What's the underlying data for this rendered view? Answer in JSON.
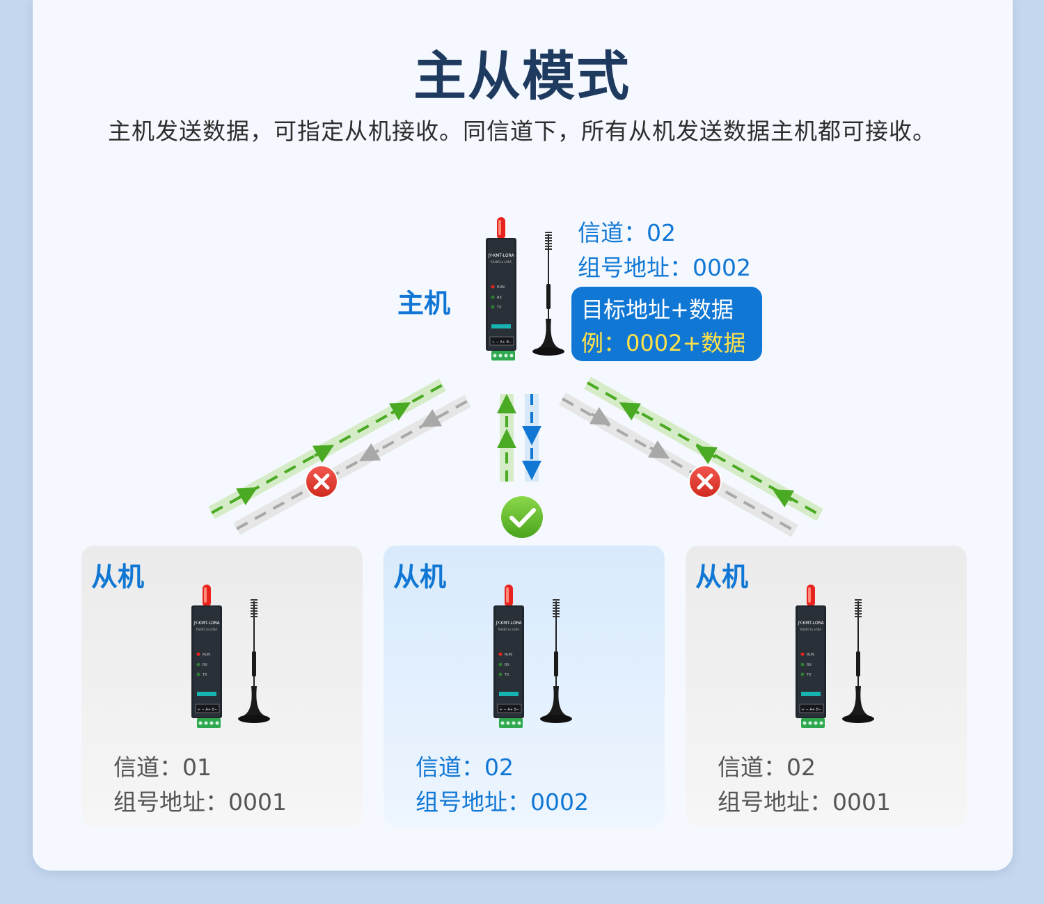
{
  "title": "主从模式",
  "subtitle": "主机发送数据，可指定从机接收。同信道下，所有从机发送数据主机都可接收。",
  "master": {
    "role": "主机",
    "channel": "信道：02",
    "group": "组号地址：0002",
    "bubble_line1": "目标地址+数据",
    "bubble_line2": "例：0002+数据"
  },
  "device": {
    "model": "JY-KMT-LORA",
    "sub": "RS485 to LORA",
    "led1": "RUN",
    "led2": "RX",
    "led3": "TX",
    "terminals": "+ − A+ B−"
  },
  "slaves": [
    {
      "role": "从机",
      "channel": "信道：01",
      "group": "组号地址：0001",
      "status": "fail"
    },
    {
      "role": "从机",
      "channel": "信道：02",
      "group": "组号地址：0002",
      "status": "success"
    },
    {
      "role": "从机",
      "channel": "信道：02",
      "group": "组号地址：0001",
      "status": "fail"
    }
  ],
  "colors": {
    "accent": "#1177d4",
    "send": "#4aaa23",
    "blocked": "#a8a8a8",
    "fail": "#e0352b",
    "ok": "#5dbb2a"
  }
}
